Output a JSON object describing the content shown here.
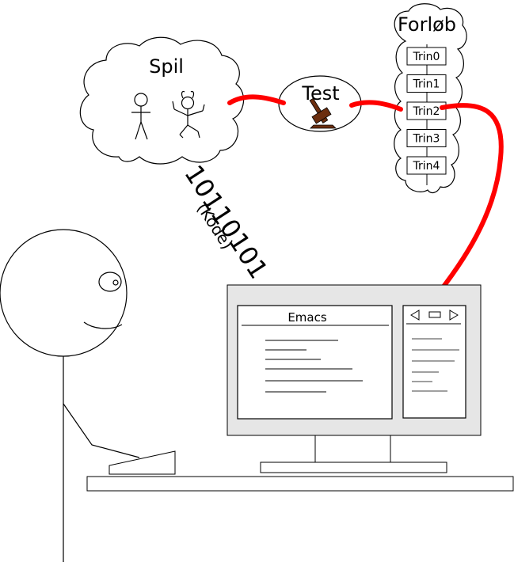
{
  "game_cloud": {
    "title": "Spil",
    "characters": [
      "stick-person",
      "horned-creature"
    ]
  },
  "test_node": {
    "label": "Test",
    "icon": "gavel-icon"
  },
  "progress_cloud": {
    "title": "Forløb",
    "steps": [
      "Trin0",
      "Trin1",
      "Trin2",
      "Trin3",
      "Trin4"
    ],
    "active_step": "Trin2"
  },
  "code_label": {
    "binary": "10110101",
    "caption": "(Kode)"
  },
  "monitor": {
    "editor_title": "Emacs",
    "panel_icons": [
      "triangle-left-icon",
      "square-icon",
      "triangle-right-icon"
    ]
  },
  "colors": {
    "connector": "#ff0000",
    "gavel": "#6b2e0f",
    "monitor_frame": "#e6e6e6",
    "stroke": "#000000"
  }
}
